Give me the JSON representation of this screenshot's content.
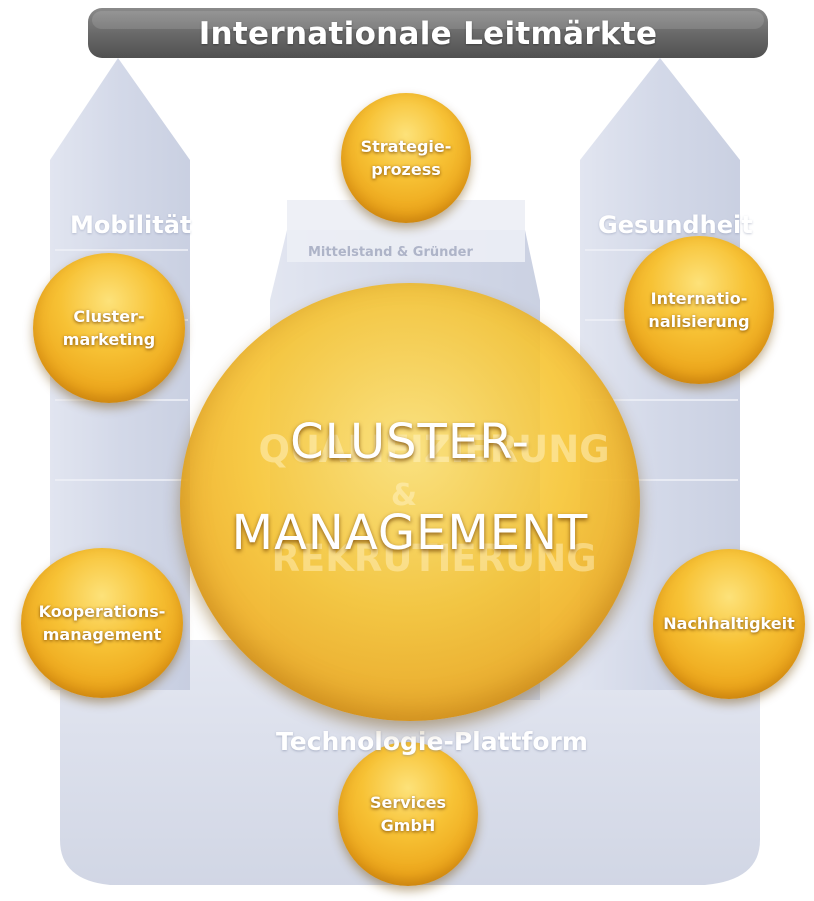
{
  "banner": {
    "title": "Internationale Leitmärkte"
  },
  "pillars": {
    "left": "Mobilität",
    "right": "Gesundheit",
    "middle_top": "Mittelstand & Gründer"
  },
  "background_text": {
    "middle_line1": "QUALIFIZIERUNG",
    "middle_amp": "&",
    "middle_line2": "REKRUTIERUNG",
    "base": "Technologie-Plattform"
  },
  "center": {
    "line1": "CLUSTER-",
    "line2": "MANAGEMENT"
  },
  "satellites": [
    {
      "line1": "Strategie-",
      "line2": "prozess"
    },
    {
      "line1": "Cluster-",
      "line2": "marketing"
    },
    {
      "line1": "Internatio-",
      "line2": "nalisierung"
    },
    {
      "line1": "Kooperations-",
      "line2": "management"
    },
    {
      "line1": "Nachhaltigkeit",
      "line2": ""
    },
    {
      "line1": "Services",
      "line2": "GmbH"
    }
  ],
  "colors": {
    "banner_gray": "#6e6e6e",
    "pillar_blue": "#d6dbea",
    "circle_gold": "#f2b32a",
    "text_white": "#ffffff"
  }
}
